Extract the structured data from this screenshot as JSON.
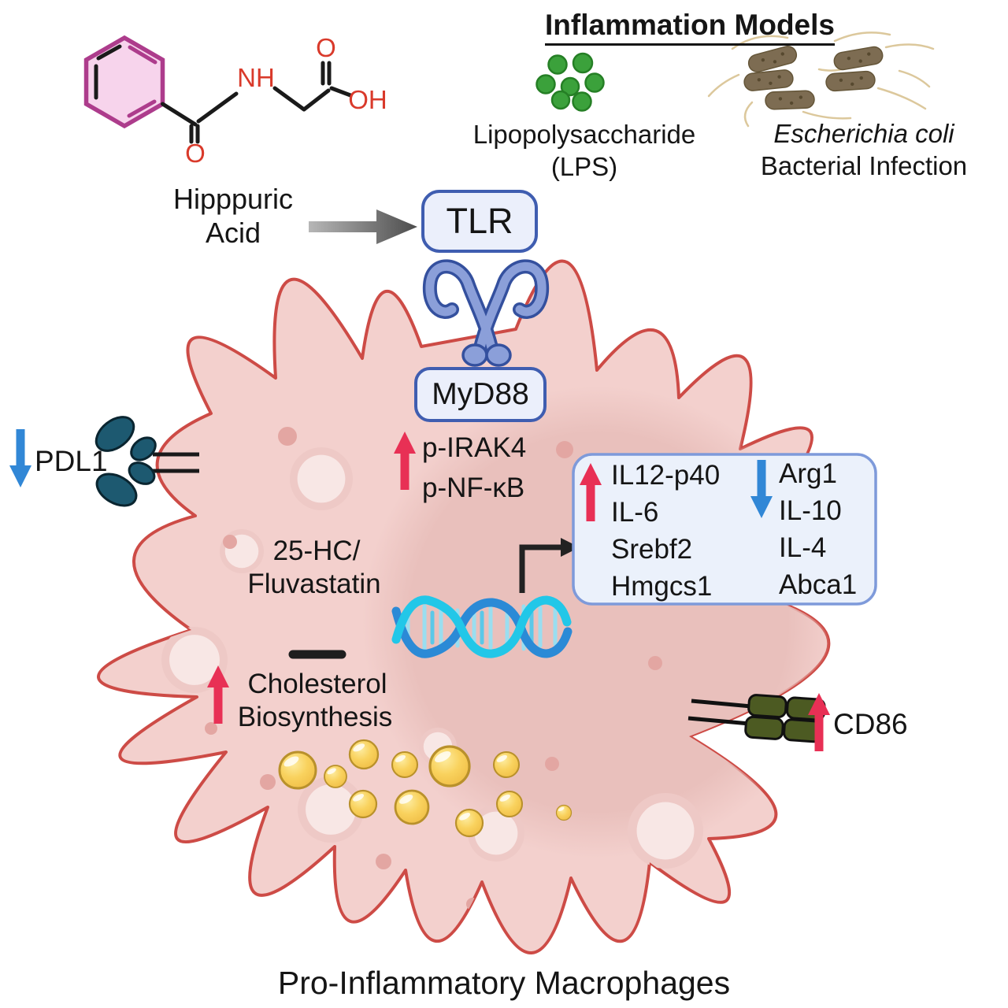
{
  "molecule": {
    "name_line1": "Hipppuric",
    "name_line2": "Acid",
    "atoms": {
      "nh": "NH",
      "carbonyl_o": "O",
      "acid_o": "O",
      "oh": "OH"
    }
  },
  "models": {
    "heading": "Inflammation Models",
    "lps_line1": "Lipopolysaccharide",
    "lps_line2": "(LPS)",
    "ecoli_line1": "Escherichia coli",
    "ecoli_line2": "Bacterial Infection"
  },
  "signaling": {
    "receptor": "TLR",
    "adaptor": "MyD88",
    "phospho1": "p-IRAK4",
    "phospho2": "p-NF-κB"
  },
  "cholesterol_axis": {
    "inhibitor_line1": "25-HC/",
    "inhibitor_line2": "Fluvastatin",
    "process_line1": "Cholesterol",
    "process_line2": "Biosynthesis"
  },
  "transcription": {
    "up_genes": [
      "IL12-p40",
      "IL-6",
      "Srebf2",
      "Hmgcs1"
    ],
    "down_genes": [
      "Arg1",
      "IL-10",
      "IL-4",
      "Abca1"
    ]
  },
  "markers": {
    "pdl1": "PDL1",
    "cd86": "CD86"
  },
  "caption": "Pro-Inflammatory Macrophages",
  "colors": {
    "up_arrow_red": "#e83055",
    "down_arrow_blue": "#3187d6",
    "cell_fill": "#f3d0cd",
    "cell_outline": "#cd4b46",
    "nucleus": "#e9c0bc",
    "box_fill": "#ebeffb",
    "box_border_dark": "#3f5db0",
    "box_border_light": "#7e9ada",
    "lps_green": "#3ba13b",
    "ecoli_brown": "#7d6c52",
    "dna_cyan": "#22c7e8",
    "dna_blue": "#2b8ad6",
    "lipid_yellow": "#f8cf55",
    "benzene_fill": "#f7d4ec",
    "benzene_outline": "#ad3c8c",
    "receptor_blue": "#8b9fd9",
    "pdl1_teal": "#1d5970",
    "cd86_olive": "#4c5a22"
  }
}
